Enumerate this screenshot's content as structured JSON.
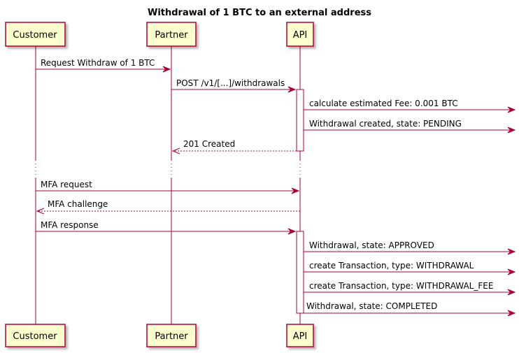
{
  "title": "Withdrawal of 1 BTC to an external address",
  "colors": {
    "participant_fill": "#FEFECE",
    "participant_border": "#A80036",
    "arrow": "#A80036",
    "background": "#FFFFFF"
  },
  "participants": [
    {
      "id": "customer",
      "label": "Customer"
    },
    {
      "id": "partner",
      "label": "Partner"
    },
    {
      "id": "api",
      "label": "API"
    }
  ],
  "messages": [
    {
      "from": "customer",
      "to": "partner",
      "label": "Request Withdraw of 1 BTC",
      "style": "solid"
    },
    {
      "from": "partner",
      "to": "api",
      "label": "POST /v1/[...]/withdrawals",
      "style": "solid"
    },
    {
      "from": "api",
      "to": "outside",
      "label": "calculate estimated Fee: 0.001 BTC",
      "style": "solid"
    },
    {
      "from": "api",
      "to": "outside",
      "label": "Withdrawal created, state: PENDING",
      "style": "solid"
    },
    {
      "from": "api",
      "to": "partner",
      "label": "201 Created",
      "style": "dashed"
    },
    {
      "from": "customer",
      "to": "api",
      "label": "MFA request",
      "style": "solid"
    },
    {
      "from": "api",
      "to": "customer",
      "label": "MFA challenge",
      "style": "dashed"
    },
    {
      "from": "customer",
      "to": "api",
      "label": "MFA response",
      "style": "solid"
    },
    {
      "from": "api",
      "to": "outside",
      "label": "Withdrawal, state: APPROVED",
      "style": "solid"
    },
    {
      "from": "api",
      "to": "outside",
      "label": "create Transaction, type: WITHDRAWAL",
      "style": "solid"
    },
    {
      "from": "api",
      "to": "outside",
      "label": "create Transaction, type: WITHDRAWAL_FEE",
      "style": "solid"
    },
    {
      "from": "api",
      "to": "outside",
      "label": "Withdrawal, state: COMPLETED",
      "style": "solid"
    }
  ]
}
